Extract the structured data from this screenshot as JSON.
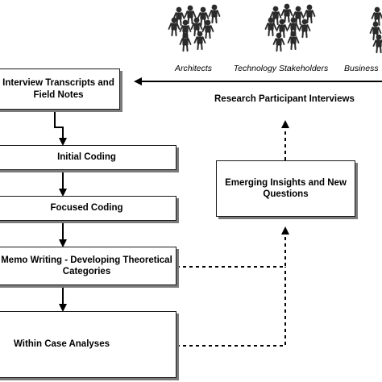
{
  "participants": [
    {
      "label": "Architects"
    },
    {
      "label": "Technology Stakeholders"
    },
    {
      "label": "Business"
    }
  ],
  "boxes": {
    "transcripts": "Interview Transcripts and\nField Notes",
    "initial_coding": "Initial Coding",
    "focused_coding": "Focused Coding",
    "memo_writing": "Memo Writing - Developing Theoretical\nCategories",
    "within_case": "Within Case Analyses",
    "emerging": "Emerging Insights and New\nQuestions"
  },
  "edge_labels": {
    "interviews": "Research Participant Interviews"
  },
  "colors": {
    "line": "#000000",
    "box_border": "#1a1a1a",
    "box_shadow": "#7a7a7a",
    "people": "#2b2b2b"
  }
}
